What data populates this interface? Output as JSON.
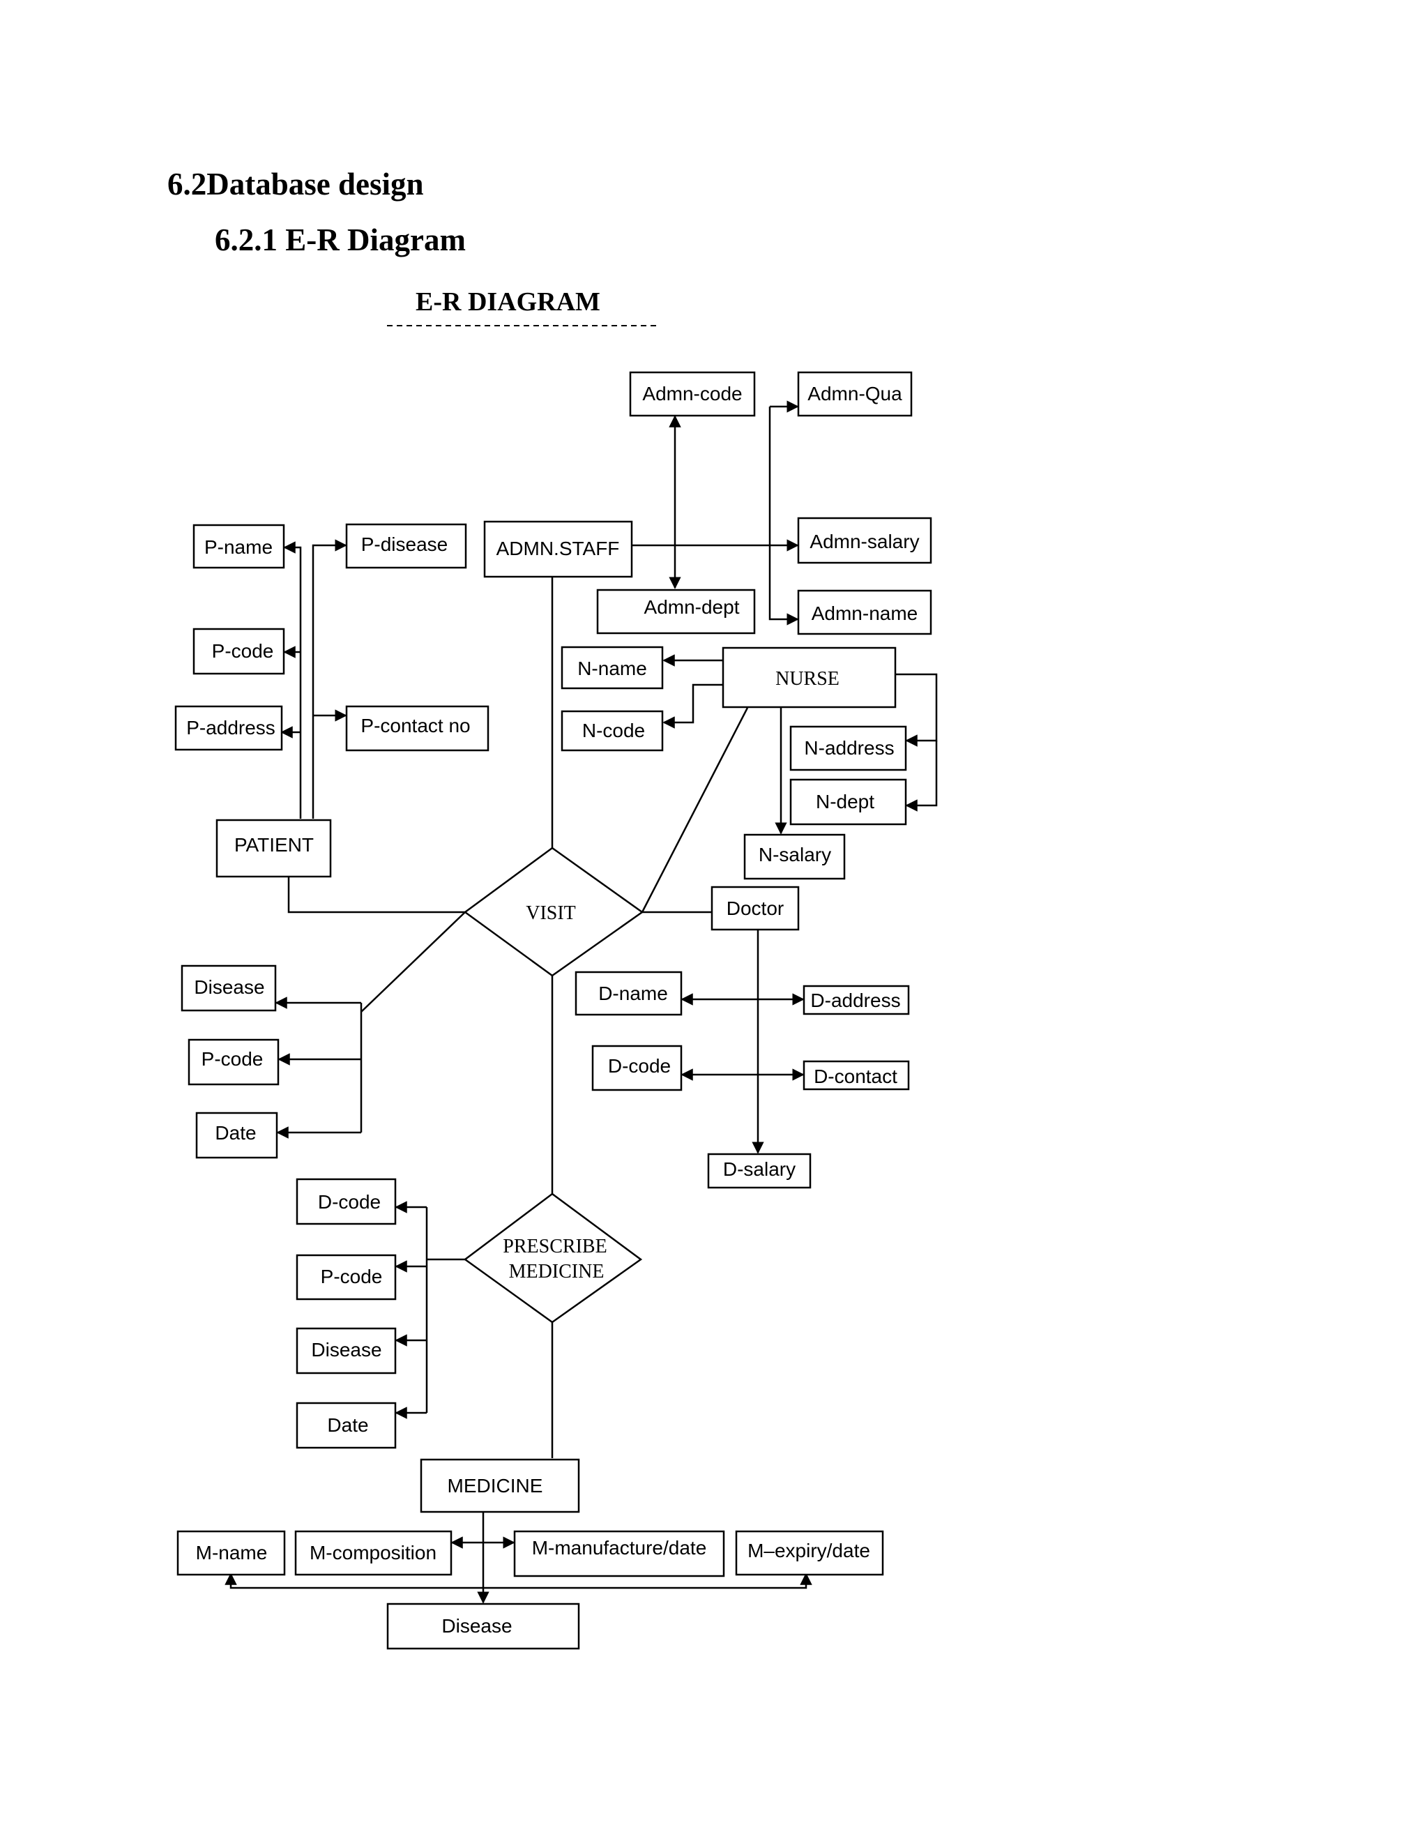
{
  "headings": {
    "section": "6.2Database design",
    "subsection": "6.2.1 E-R Diagram"
  },
  "diagram": {
    "title": "E-R DIAGRAM",
    "entities": {
      "admn_staff": "ADMN.STAFF",
      "nurse": "NURSE",
      "patient": "PATIENT",
      "doctor": "Doctor",
      "medicine": "MEDICINE"
    },
    "relationships": {
      "visit": "VISIT",
      "prescribe_line1": "PRESCRIBE",
      "prescribe_line2": "MEDICINE"
    },
    "attributes": {
      "admn_code": "Admn-code",
      "admn_qua": "Admn-Qua",
      "admn_salary": "Admn-salary",
      "admn_dept": "Admn-dept",
      "admn_name": "Admn-name",
      "p_name": "P-name",
      "p_disease": "P-disease",
      "p_code": "P-code",
      "p_address": "P-address",
      "p_contact": "P-contact no",
      "n_name": "N-name",
      "n_code": "N-code",
      "n_address": "N-address",
      "n_dept": "N-dept",
      "n_salary": "N-salary",
      "visit_disease": "Disease",
      "visit_pcode": "P-code",
      "visit_date": "Date",
      "d_name": "D-name",
      "d_address": "D-address",
      "d_code": "D-code",
      "d_contact": "D-contact",
      "d_salary": "D-salary",
      "pm_dcode": "D-code",
      "pm_pcode": "P-code",
      "pm_disease": "Disease",
      "pm_date": "Date",
      "m_name": "M-name",
      "m_composition": "M-composition",
      "m_manufacture": "M-manufacture/date",
      "m_expiry": "M–expiry/date",
      "m_disease": "Disease"
    }
  }
}
